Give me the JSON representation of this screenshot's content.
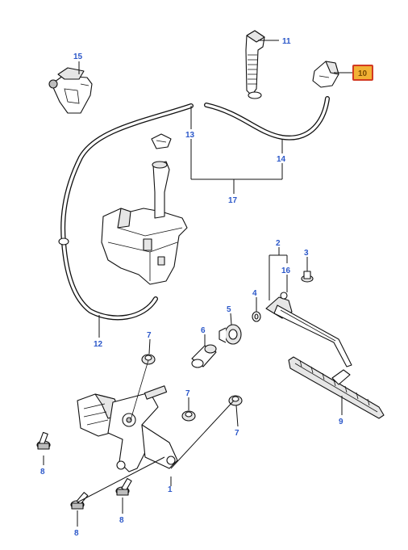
{
  "callouts": {
    "c1": "1",
    "c2": "2",
    "c3": "3",
    "c4": "4",
    "c5": "5",
    "c6": "6",
    "c7a": "7",
    "c7b": "7",
    "c7c": "7",
    "c8a": "8",
    "c8b": "8",
    "c8c": "8",
    "c9": "9",
    "c10": "10",
    "c11": "11",
    "c12": "12",
    "c13": "13",
    "c14": "14",
    "c15": "15",
    "c16": "16",
    "c17": "17"
  },
  "highlight": {
    "callout": "c10",
    "fill": "#f2b134",
    "stroke": "#d23a22"
  },
  "colors": {
    "callout_text": "#2b57c9",
    "lines": "#111111"
  }
}
